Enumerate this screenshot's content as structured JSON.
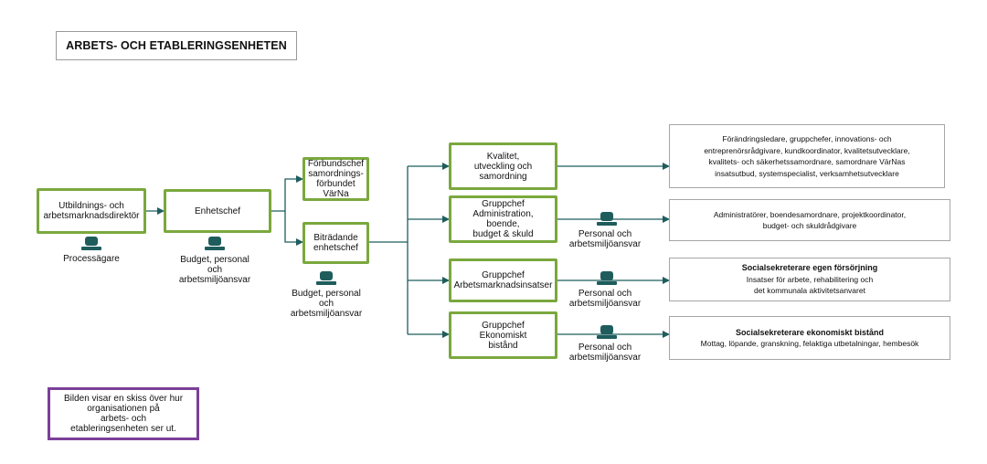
{
  "title": "ARBETS- OCH ETABLERINGSENHETEN",
  "nodes": {
    "director": "Utbildnings- och\narbetsmarknadsdirektör",
    "unit_chief": "Enhetschef",
    "federation_chief": "Förbundschef\nsamordnings-\nförbundet\nVärNa",
    "deputy_chief": "Biträdande\nenhetschef",
    "quality": "Kvalitet,\nutveckling och\nsamordning",
    "group_admin": "Gruppchef\nAdministration,\nboende,\nbudget & skuld",
    "group_labour": "Gruppchef\nArbetsmarknadsinsatser",
    "group_economic": "Gruppchef\nEkonomiskt\nbistånd"
  },
  "captions": {
    "director": "Processägare",
    "unit_chief": "Budget, personal\noch\narbetsmiljöansvar",
    "deputy_chief": "Budget, personal\noch\narbetsmiljöansvar",
    "group_admin": "Personal och\narbetsmiljöansvar",
    "group_labour": "Personal och\narbetsmiljöansvar",
    "group_economic": "Personal och\narbetsmiljöansvar"
  },
  "descriptions": {
    "quality": {
      "heading": "",
      "body": "Förändringsledare, gruppchefer, innovations- och\nentreprenörsrådgivare, kundkoordinator, kvalitetsutvecklare,\nkvalitets- och säkerhetssamordnare, samordnare VärNas\ninsatsutbud, systemspecialist, verksamhetsutvecklare"
    },
    "admin": {
      "heading": "",
      "body": "Administratörer, boendesamordnare, projektkoordinator,\nbudget- och skuldrådgivare"
    },
    "labour": {
      "heading": "Socialsekreterare egen försörjning",
      "body": "Insatser för arbete, rehabilitering och\ndet kommunala aktivitetsanvaret"
    },
    "economic": {
      "heading": "Socialsekreterare ekonomiskt bistånd",
      "body": "Mottag, löpande, granskning, felaktiga utbetalningar, hembesök"
    }
  },
  "note": "Bilden visar en skiss över hur\norganisationen på\narbets- och\netableringsenheten ser ut.",
  "colors": {
    "node_border": "#7aa83e",
    "connector": "#1f5d5d",
    "icon": "#1f5d5d",
    "note_border": "#7b3f98"
  }
}
